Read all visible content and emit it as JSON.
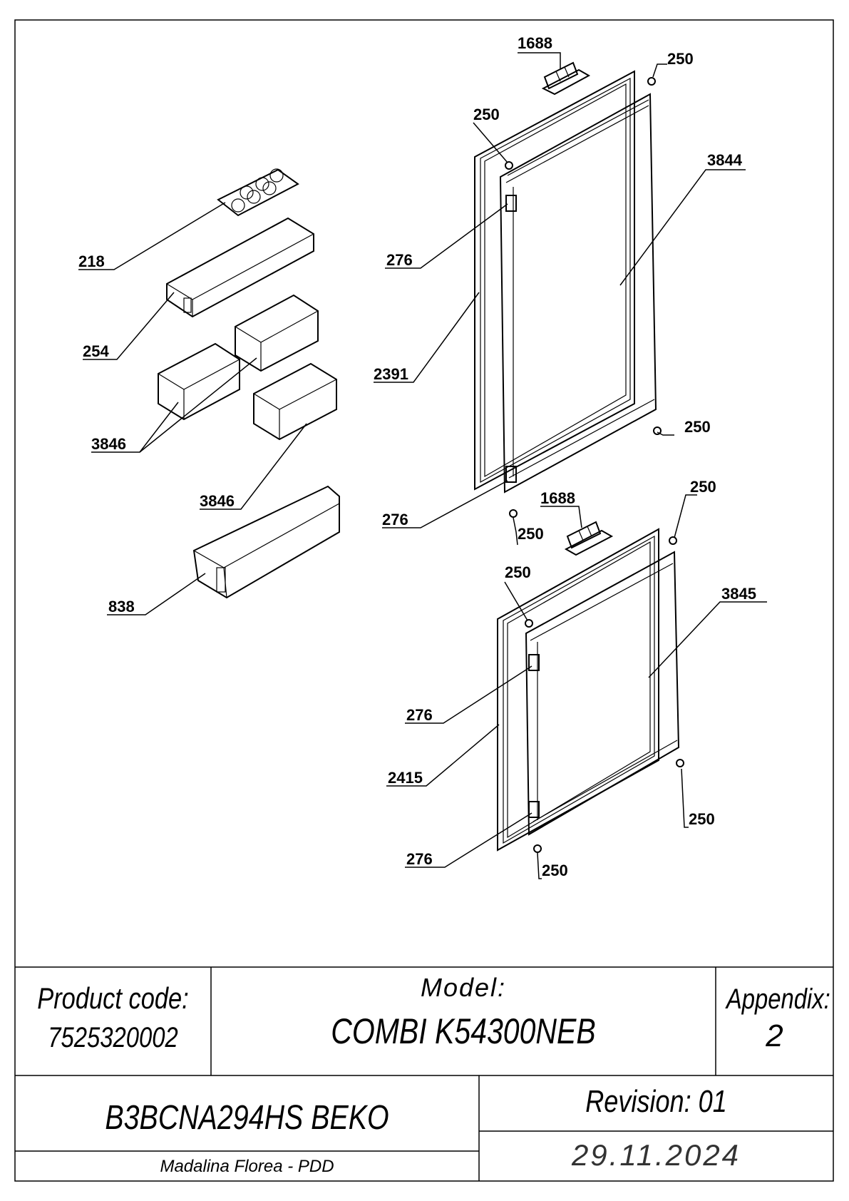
{
  "callouts": {
    "c1688_top": "1688",
    "c250_a": "250",
    "c250_b": "250",
    "c3844": "3844",
    "c218": "218",
    "c276_a": "276",
    "c254": "254",
    "c2391": "2391",
    "c3846_a": "3846",
    "c250_c": "250",
    "c3846_b": "3846",
    "c1688_mid": "1688",
    "c250_d": "250",
    "c276_b": "276",
    "c250_e": "250",
    "c250_f": "250",
    "c838": "838",
    "c3845": "3845",
    "c276_c": "276",
    "c2415": "2415",
    "c250_g": "250",
    "c276_d": "276",
    "c250_h": "250"
  },
  "titleblock": {
    "product_code_label": "Product code:",
    "product_code": "7525320002",
    "model_label": "Model:",
    "model": "COMBI K54300NEB",
    "appendix_label": "Appendix:",
    "appendix": "2",
    "product_name": "B3BCNA294HS BEKO",
    "revision": "Revision: 01",
    "author": "Madalina Florea - PDD",
    "date": "29.11.2024"
  }
}
